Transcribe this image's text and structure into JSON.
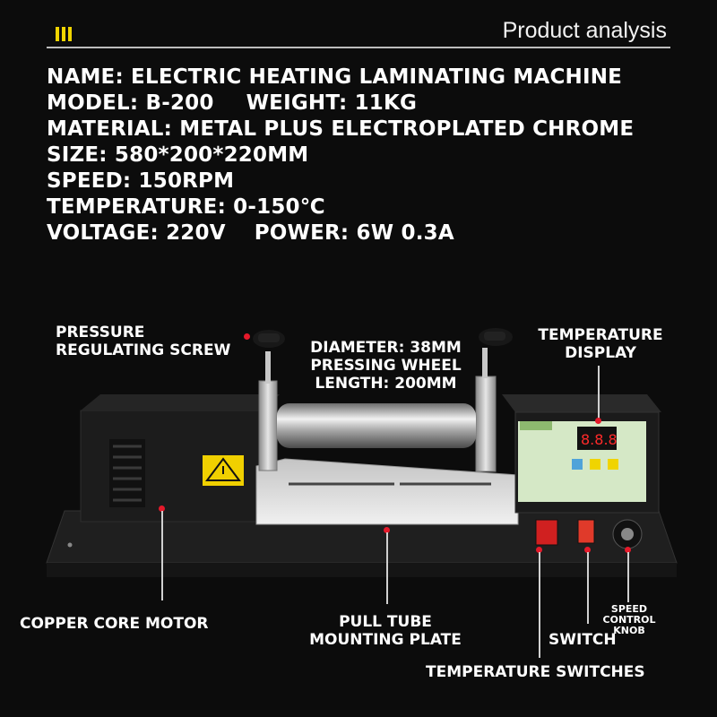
{
  "header": {
    "title": "Product analysis",
    "accent_color": "#f0d400",
    "icon": "three-bars-icon"
  },
  "specs": {
    "name": "NAME: ELECTRIC HEATING LAMINATING MACHINE",
    "model": "MODEL: B-200",
    "weight": "WEIGHT: 11KG",
    "material": "MATERIAL: METAL PLUS ELECTROPLATED CHROME",
    "size": "SIZE: 580*200*220MM",
    "speed": "SPEED: 150RPM",
    "temperature": "TEMPERATURE: 0-150℃",
    "voltage": "VOLTAGE: 220V",
    "power": "POWER: 6W 0.3A"
  },
  "callouts": {
    "pressure_screw_1": "PRESSURE",
    "pressure_screw_2": "REGULATING SCREW",
    "diameter": "DIAMETER: 38MM",
    "pressing_wheel": "PRESSING WHEEL",
    "length": "LENGTH: 200MM",
    "temp_display_1": "TEMPERATURE",
    "temp_display_2": "DISPLAY",
    "copper_motor": "COPPER CORE MOTOR",
    "pull_tube_1": "PULL TUBE",
    "pull_tube_2": "MOUNTING PLATE",
    "switch": "SWITCH",
    "temp_switches": "TEMPERATURE SWITCHES",
    "speed_knob_1": "SPEED CONTROL",
    "speed_knob_2": "KNOB"
  },
  "colors": {
    "callout_dot": "#e5192a",
    "panel_green": "#d5e8c6",
    "machine_black": "#1b1b1b",
    "display_red": "#ff2a2a"
  }
}
